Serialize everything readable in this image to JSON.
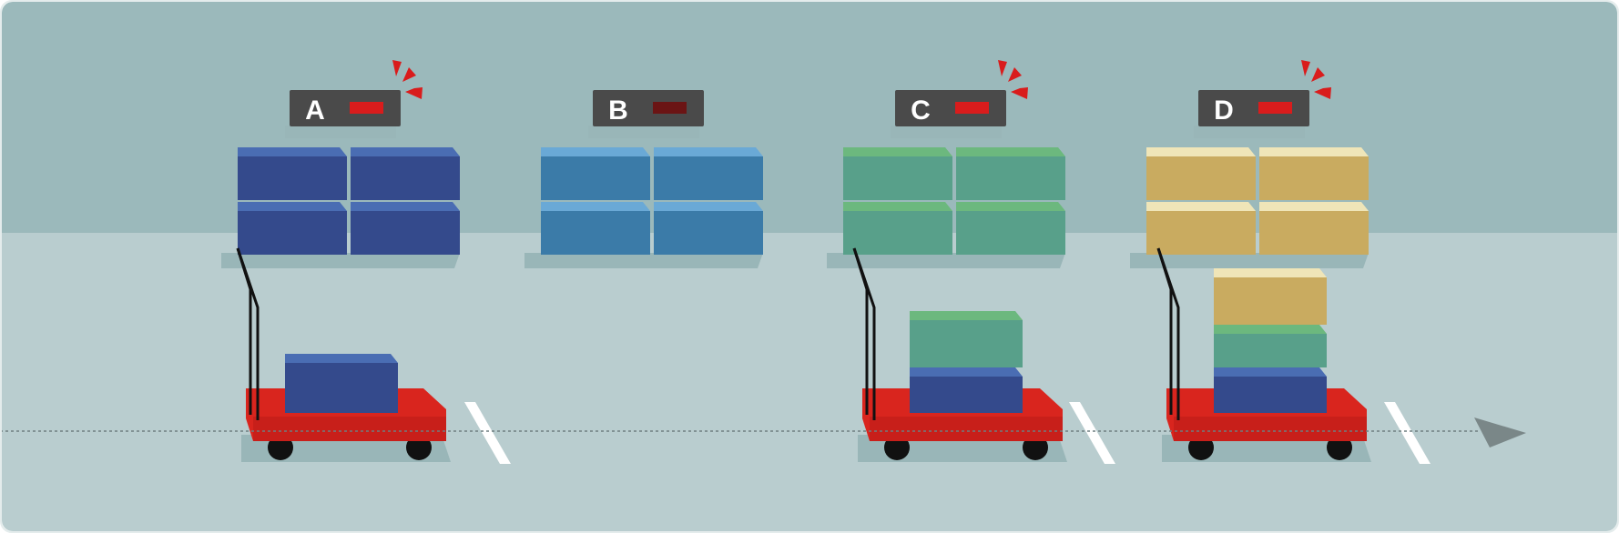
{
  "stations": [
    {
      "label": "A",
      "lamp": "on",
      "box_color": "blue",
      "cart_load": [
        "blue"
      ]
    },
    {
      "label": "B",
      "lamp": "off",
      "box_color": "lightblue",
      "cart_load": null
    },
    {
      "label": "C",
      "lamp": "on",
      "box_color": "green",
      "cart_load": [
        "blue",
        "green"
      ]
    },
    {
      "label": "D",
      "lamp": "on",
      "box_color": "tan",
      "cart_load": [
        "blue",
        "green",
        "tan"
      ]
    }
  ],
  "colors": {
    "wall": "#9bb9bb",
    "floor": "#b9cdcf",
    "shadow": "#99b6b8",
    "panel": "#4a4a4a",
    "lamp_on": "#d91c1c",
    "lamp_off": "#6b1414",
    "cart": "#d9251e",
    "blue": {
      "front": "#344a8c",
      "top": "#4a6db3"
    },
    "lightblue": {
      "front": "#3b7ba8",
      "top": "#6aa9d6"
    },
    "green": {
      "front": "#58a08a",
      "top": "#6cb87e"
    },
    "tan": {
      "front": "#c9ab60",
      "top": "#efe5b8"
    }
  },
  "flow_direction": "right"
}
